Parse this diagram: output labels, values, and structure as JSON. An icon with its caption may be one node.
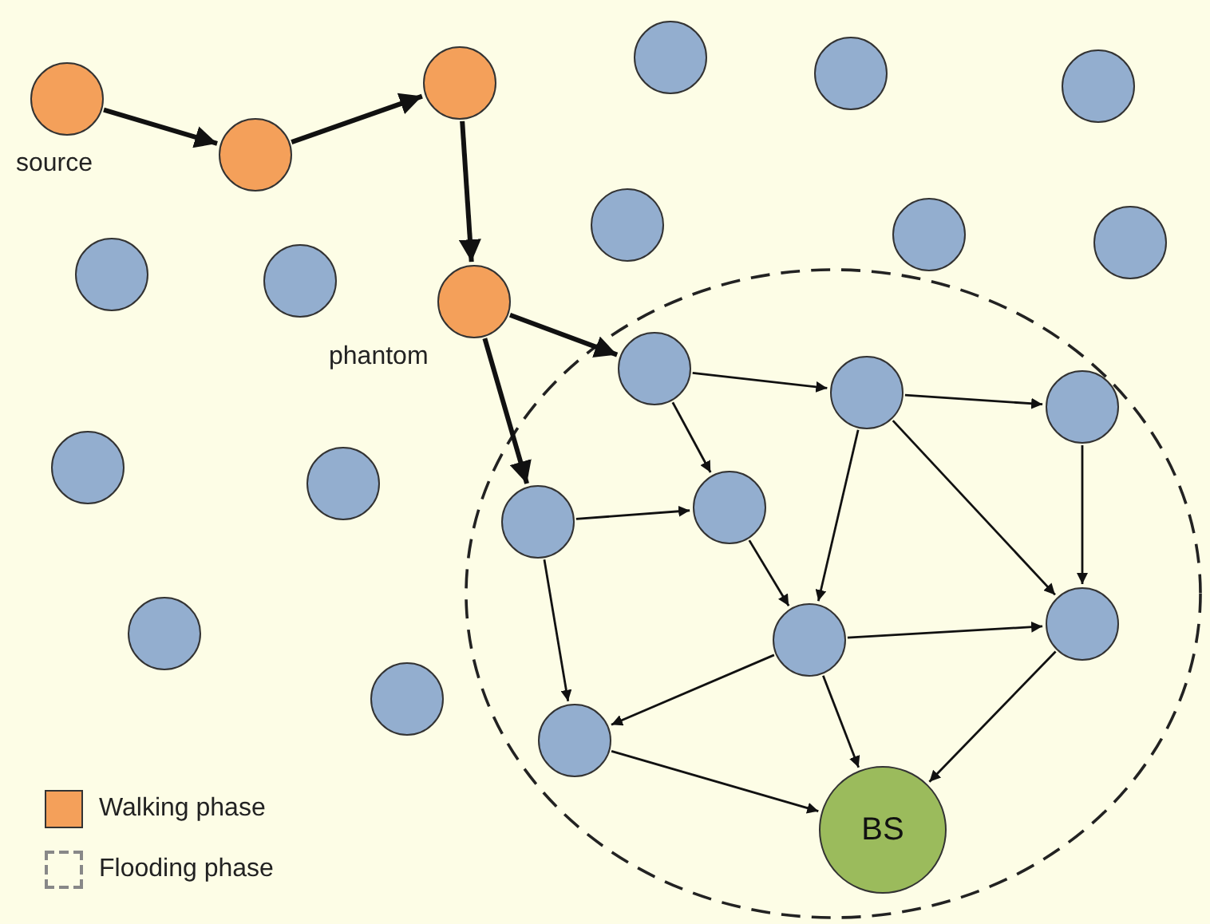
{
  "diagram": {
    "nodes": [
      {
        "text": [],
        "shape": "circle",
        "beside": [
          "source"
        ]
      },
      {
        "text": [],
        "shape": "circle"
      },
      {
        "text": [],
        "shape": "circle"
      },
      {
        "text": [],
        "shape": "circle"
      },
      {
        "text": [],
        "shape": "circle"
      },
      {
        "text": [],
        "shape": "circle"
      },
      {
        "text": [],
        "shape": "circle"
      },
      {
        "text": [],
        "shape": "circle"
      },
      {
        "text": [],
        "shape": "circle"
      },
      {
        "text": [],
        "shape": "circle"
      },
      {
        "text": [],
        "shape": "circle"
      },
      {
        "text": [],
        "shape": "circle",
        "beside": [
          "phantom"
        ]
      },
      {
        "text": [],
        "shape": "circle"
      },
      {
        "text": [],
        "shape": "circle"
      },
      {
        "text": [],
        "shape": "circle"
      },
      {
        "text": [],
        "shape": "circle"
      },
      {
        "text": [],
        "shape": "circle"
      },
      {
        "text": [],
        "shape": "circle"
      },
      {
        "text": [],
        "shape": "circle"
      },
      {
        "text": [],
        "shape": "circle"
      },
      {
        "text": [],
        "shape": "circle"
      },
      {
        "text": [],
        "shape": "circle"
      },
      {
        "text": [],
        "shape": "circle"
      },
      {
        "text": [],
        "shape": "circle"
      },
      {
        "text": [
          "BS"
        ]
      }
    ],
    "edges": [
      {
        "from": 0,
        "to": 5,
        "arrow": "to",
        "style": "thick"
      },
      {
        "from": 5,
        "to": 3,
        "arrow": "to",
        "style": "thick"
      },
      {
        "from": 3,
        "to": 11,
        "arrow": "to",
        "style": "thick"
      },
      {
        "from": 11,
        "to": 12,
        "arrow": "to",
        "style": "thick"
      },
      {
        "from": 11,
        "to": 18,
        "arrow": "to",
        "style": "thick"
      },
      {
        "from": 12,
        "to": 13,
        "arrow": "to"
      },
      {
        "from": 12,
        "to": 17,
        "arrow": "to"
      },
      {
        "from": 13,
        "to": 14,
        "arrow": "to"
      },
      {
        "from": 13,
        "to": 21,
        "arrow": "to"
      },
      {
        "from": 13,
        "to": 19,
        "arrow": "to"
      },
      {
        "from": 14,
        "to": 19,
        "arrow": "to"
      },
      {
        "from": 18,
        "to": 17,
        "arrow": "to"
      },
      {
        "from": 18,
        "to": 23,
        "arrow": "to"
      },
      {
        "from": 17,
        "to": 21,
        "arrow": "to"
      },
      {
        "from": 21,
        "to": 19,
        "arrow": "to"
      },
      {
        "from": 21,
        "to": 23,
        "arrow": "to"
      },
      {
        "from": 21,
        "to": 24,
        "arrow": "to"
      },
      {
        "from": 19,
        "to": 24,
        "arrow": "to"
      },
      {
        "from": 23,
        "to": 24,
        "arrow": "to"
      }
    ],
    "legend": [
      {
        "text": "Walking phase",
        "color": "#f4a05a"
      },
      {
        "text": "Flooding phase"
      }
    ]
  }
}
